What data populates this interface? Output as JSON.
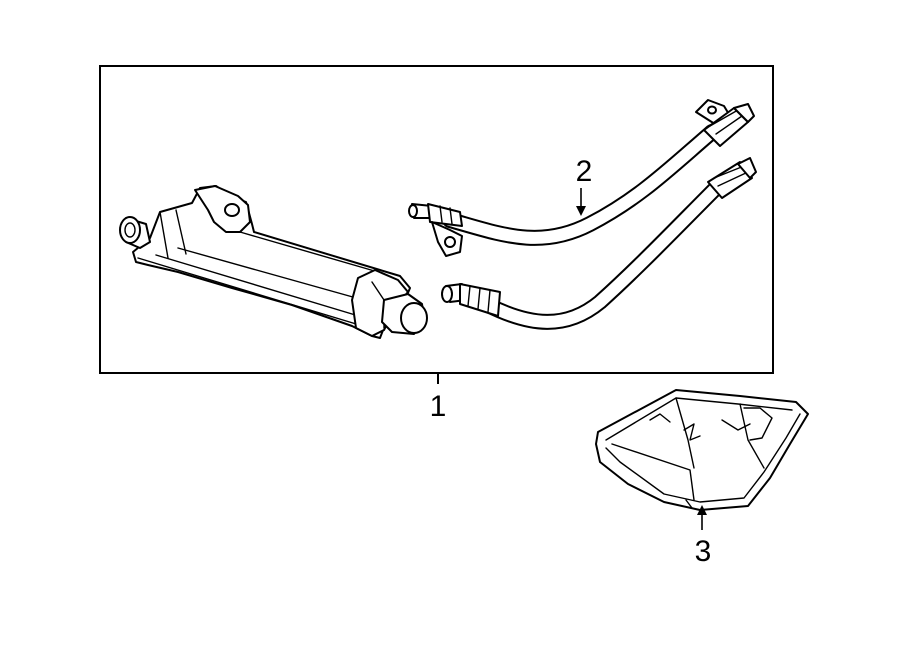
{
  "diagram": {
    "callouts": [
      {
        "id": "1",
        "label": "1"
      },
      {
        "id": "2",
        "label": "2"
      },
      {
        "id": "3",
        "label": "3"
      }
    ],
    "parts": [
      {
        "callout": "1",
        "icon": "oil-cooler-assembly-icon"
      },
      {
        "callout": "2",
        "icon": "cooler-lines-icon"
      },
      {
        "callout": "3",
        "icon": "shield-icon"
      }
    ],
    "colors": {
      "line": "#000000",
      "background": "#ffffff"
    }
  }
}
